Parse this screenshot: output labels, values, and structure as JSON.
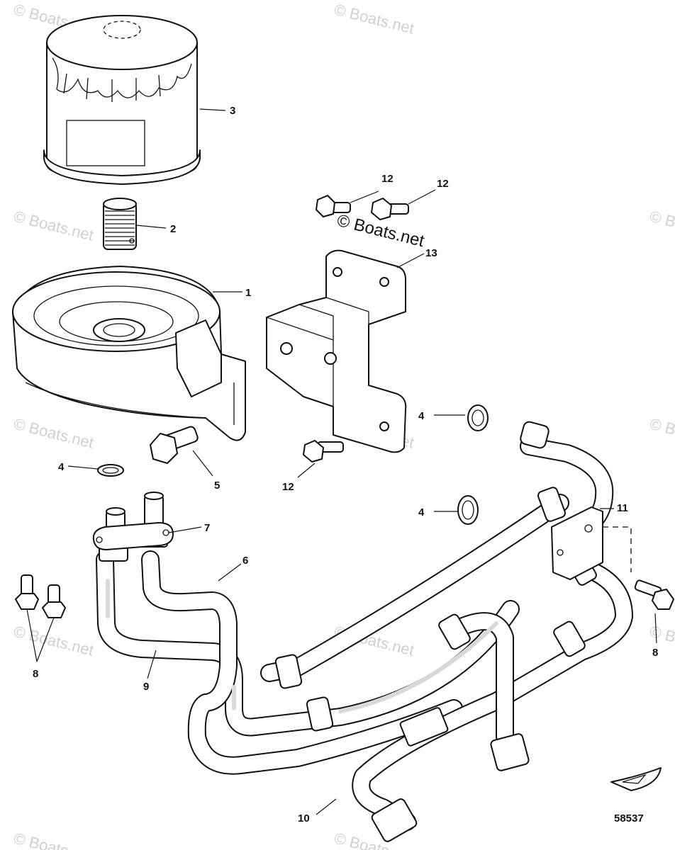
{
  "watermark": {
    "text": "© Boats.net",
    "overlay_text": "© Boats.net"
  },
  "figure_number": "58537",
  "callouts": [
    {
      "id": "3",
      "label": "3"
    },
    {
      "id": "2",
      "label": "2"
    },
    {
      "id": "1",
      "label": "1"
    },
    {
      "id": "12a",
      "label": "12"
    },
    {
      "id": "12b",
      "label": "12"
    },
    {
      "id": "13",
      "label": "13"
    },
    {
      "id": "4a",
      "label": "4"
    },
    {
      "id": "4b",
      "label": "4"
    },
    {
      "id": "4c",
      "label": "4"
    },
    {
      "id": "5",
      "label": "5"
    },
    {
      "id": "12c",
      "label": "12"
    },
    {
      "id": "7",
      "label": "7"
    },
    {
      "id": "6",
      "label": "6"
    },
    {
      "id": "11",
      "label": "11"
    },
    {
      "id": "8a",
      "label": "8"
    },
    {
      "id": "8b",
      "label": "8"
    },
    {
      "id": "9",
      "label": "9"
    },
    {
      "id": "10",
      "label": "10"
    }
  ]
}
